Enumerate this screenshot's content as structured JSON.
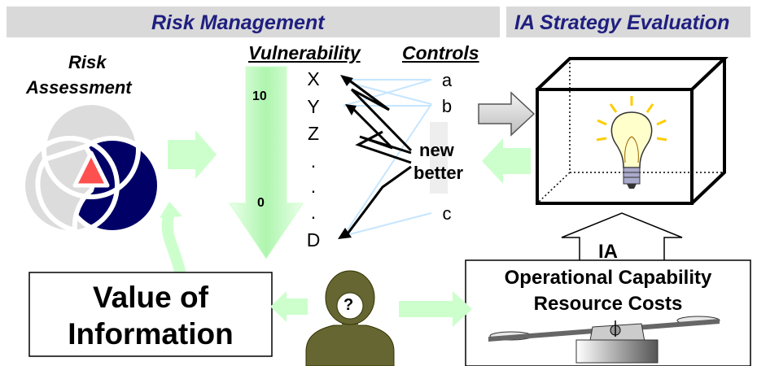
{
  "headers": {
    "risk_management": "Risk  Management",
    "ia_strategy": "IA Strategy Evaluation"
  },
  "risk_assessment": {
    "line1": "Risk",
    "line2": "Assessment"
  },
  "columns": {
    "vulnerability": "Vulnerability",
    "controls": "Controls"
  },
  "scale": {
    "high": "10",
    "low": "0"
  },
  "vulnerabilities": [
    "X",
    "Y",
    "Z",
    ".",
    ".",
    ".",
    "D"
  ],
  "controls": [
    "a",
    "b",
    "c"
  ],
  "new_controls": {
    "new": "new",
    "better": "better"
  },
  "value_of_information": {
    "line1": "Value of",
    "line2": "Information"
  },
  "decision_maker": {
    "symbol": "?"
  },
  "ia_panel": {
    "title": "IA",
    "line1": "Operational Capability",
    "line2": "Resource Costs"
  },
  "colors": {
    "band": "#d9d9d9",
    "header_text": "#1f1f80",
    "arrow_green": "#ccffcc",
    "venn_gray": "#dcdcdc",
    "venn_navy": "#000066",
    "venn_red": "#ff5050",
    "person": "#666633"
  }
}
